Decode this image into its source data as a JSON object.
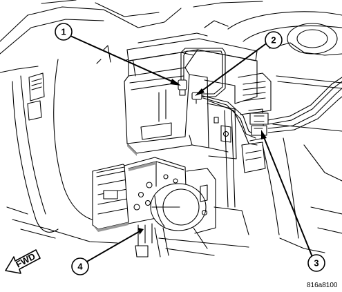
{
  "figure": {
    "id_label": "816a8100",
    "direction_label": "FWD"
  },
  "callouts": [
    {
      "number": "1"
    },
    {
      "number": "2"
    },
    {
      "number": "3"
    },
    {
      "number": "4"
    }
  ],
  "colors": {
    "line": "#000000",
    "background": "#ffffff",
    "shade": "#9a9a9a"
  }
}
